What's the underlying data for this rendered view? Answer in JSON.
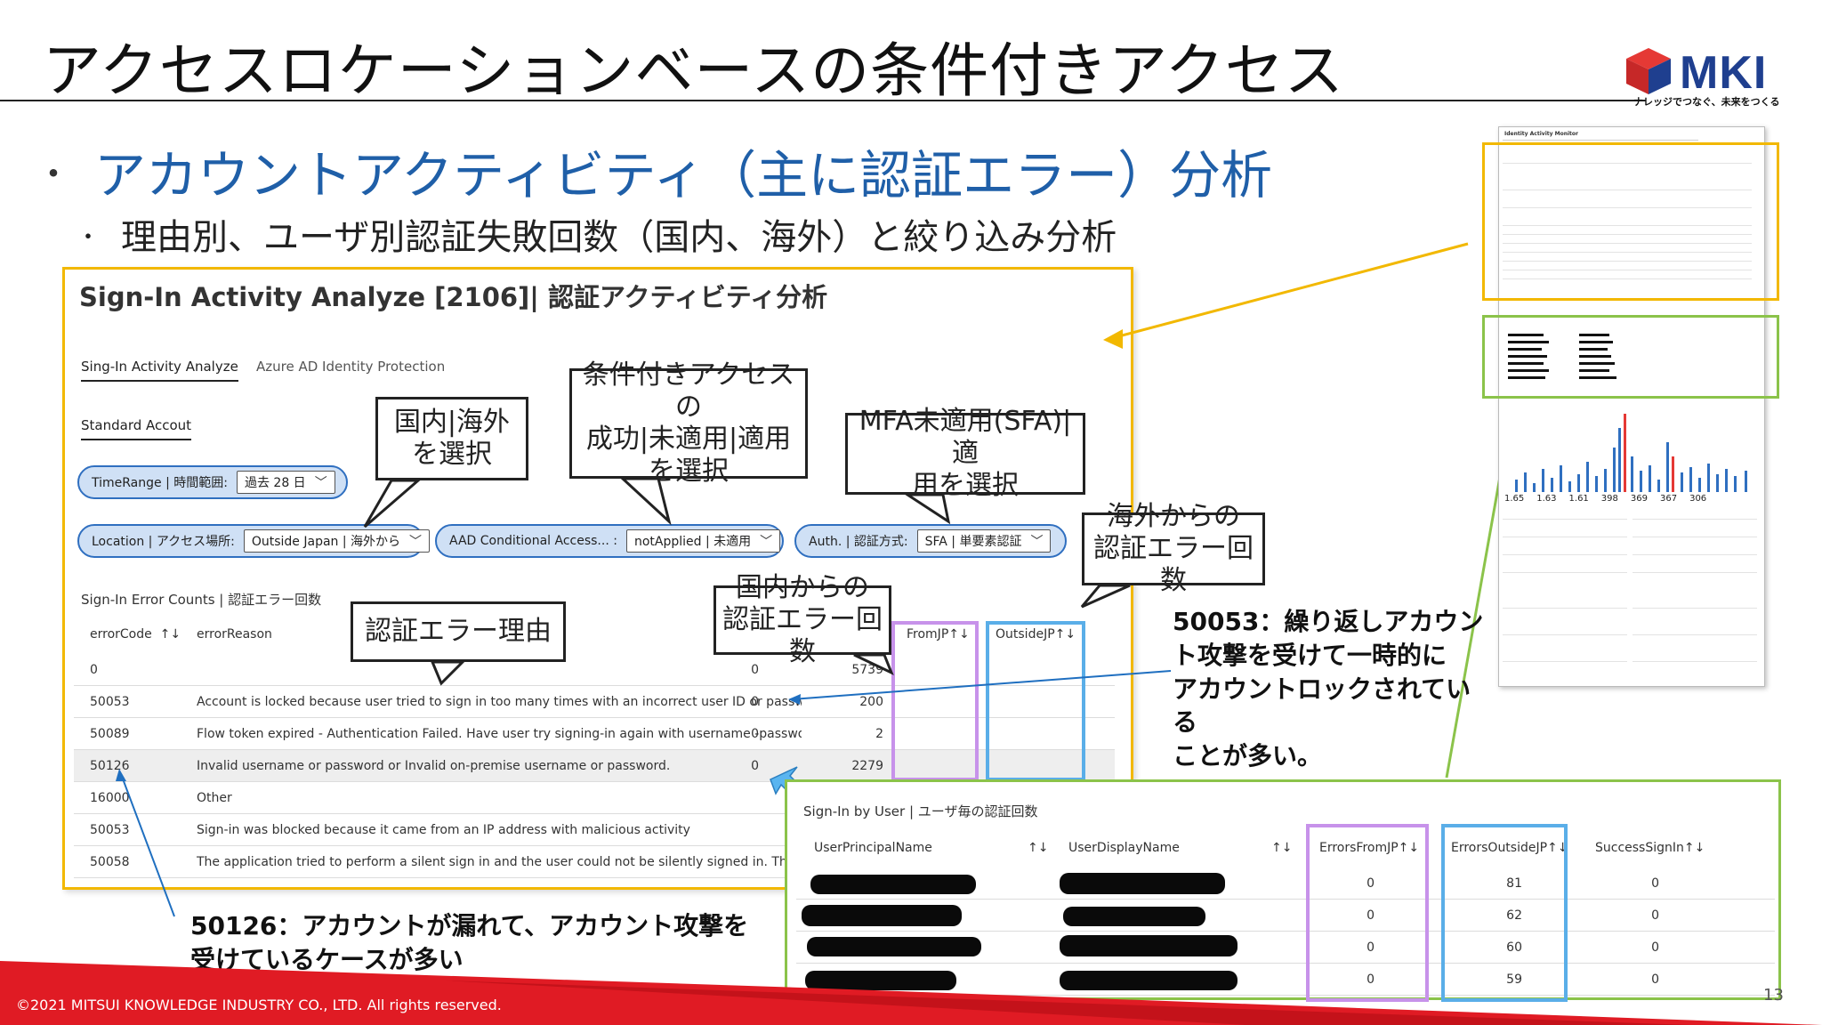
{
  "slide": {
    "title": "アクセスロケーションベースの条件付きアクセス",
    "bullet_main": "アカウントアクティビティ（主に認証エラー）分析",
    "bullet_sub": "理由別、ユーザ別認証失敗回数（国内、海外）と絞り込み分析",
    "page_number": "13"
  },
  "logo": {
    "text": "MKI",
    "tagline": "ナレッジでつなぐ、未来をつくる",
    "colors": {
      "red": "#e53935",
      "blue": "#1f3f8f"
    }
  },
  "panel": {
    "title": "Sign-In Activity Analyze [2106]| 認証アクティビティ分析",
    "tabs": [
      "Sing-In Activity Analyze",
      "Azure AD Identity Protection"
    ],
    "sub_tab": "Standard Accout",
    "filters": {
      "timerange": {
        "label": "TimeRange | 時間範囲:",
        "value": "過去 28 日"
      },
      "location": {
        "label": "Location | アクセス場所:",
        "value": "Outside Japan | 海外から"
      },
      "conditional": {
        "label": "AAD Conditional Access... :",
        "value": "notApplied | 未適用"
      },
      "auth": {
        "label": "Auth. | 認証方式:",
        "value": "SFA | 単要素認証"
      }
    },
    "error_section_title": "Sign-In Error Counts | 認証エラー回数",
    "columns": {
      "code": "errorCode",
      "reason": "errorReason",
      "from_jp": "FromJP↑↓",
      "outside_jp": "OutsideJP↑↓",
      "sort_icon": "↑↓"
    },
    "rows": [
      {
        "code": "0",
        "reason": "",
        "from_jp": "0",
        "outside_jp": "5739"
      },
      {
        "code": "50053",
        "reason": "Account is locked because user tried to sign in too many times with an incorrect user ID or password.",
        "from_jp": "0",
        "outside_jp": "200"
      },
      {
        "code": "50089",
        "reason": "Flow token expired - Authentication Failed. Have user try signing-in again with username -password.",
        "from_jp": "0",
        "outside_jp": "2"
      },
      {
        "code": "50126",
        "reason": "Invalid username or password or Invalid on-premise username or password.",
        "from_jp": "0",
        "outside_jp": "2279"
      },
      {
        "code": "16000",
        "reason": "Other",
        "from_jp": "",
        "outside_jp": ""
      },
      {
        "code": "50053",
        "reason": "Sign-in was blocked because it came from an IP address with malicious activity",
        "from_jp": "",
        "outside_jp": ""
      },
      {
        "code": "50058",
        "reason": "The application tried to perform a silent sign in and the user could not be silently signed in. The applic",
        "from_jp": "",
        "outside_jp": ""
      }
    ]
  },
  "callouts": {
    "domestic_overseas": "国内|海外\nを選択",
    "conditional": "条件付きアクセスの\n成功|未適用|適用\nを選択",
    "mfa": "MFA未適用(SFA)|適\n用を選択",
    "overseas_errors": "海外からの\n認証エラー回数",
    "domestic_errors": "国内からの\n認証エラー回数",
    "error_reason": "認証エラー理由"
  },
  "notes": {
    "n50053": "50053：繰り返しアカウン\nト攻撃を受けて一時的に\nアカウントロックされている\nことが多い。",
    "n50126": "50126：アカウントが漏れて、アカウント攻撃を\n受けているケースが多い"
  },
  "user_panel": {
    "title": "Sign-In by User | ユーザ毎の認証回数",
    "columns": [
      "UserPrincipalName",
      "UserDisplayName",
      "ErrorsFromJP↑↓",
      "ErrorsOutsideJP↑↓",
      "SuccessSignIn↑↓"
    ],
    "sort_icon": "↑↓",
    "rows": [
      {
        "from_jp": "0",
        "outside_jp": "81",
        "success": "0"
      },
      {
        "from_jp": "0",
        "outside_jp": "62",
        "success": "0"
      },
      {
        "from_jp": "0",
        "outside_jp": "60",
        "success": "0"
      },
      {
        "from_jp": "0",
        "outside_jp": "59",
        "success": "0"
      }
    ]
  },
  "thumbnail": {
    "title": "Identity Activity Monitor",
    "axis_labels": [
      "1.65",
      "1.63",
      "1.61",
      "398",
      "369",
      "367",
      "306"
    ]
  },
  "footer": {
    "copyright": "©2021 MITSUI KNOWLEDGE INDUSTRY CO., LTD. All rights reserved."
  },
  "colors": {
    "accent_blue": "#1f5fa8",
    "highlight_yellow": "#f2b800",
    "highlight_green": "#8bc34a",
    "highlight_purple": "#c792ea",
    "highlight_blue": "#5aaee8",
    "footer_red": "#e01b24"
  }
}
